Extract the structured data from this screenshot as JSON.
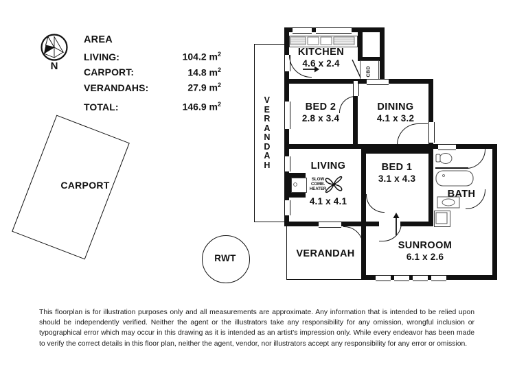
{
  "compass": {
    "north_label": "N",
    "icon": "compass-rose-icon"
  },
  "area": {
    "title": "AREA",
    "rows": [
      {
        "label": "LIVING:",
        "value": "104.2 m",
        "unit": "2"
      },
      {
        "label": "CARPORT:",
        "value": "14.8 m",
        "unit": "2"
      },
      {
        "label": "VERANDAHS:",
        "value": "27.9 m",
        "unit": "2"
      }
    ],
    "total": {
      "label": "TOTAL:",
      "value": "146.9 m",
      "unit": "2"
    }
  },
  "site": {
    "carport_label": "CARPORT",
    "rwt_label": "RWT"
  },
  "plan": {
    "rooms": [
      {
        "name": "KITCHEN",
        "dim": "4.6 x 2.4"
      },
      {
        "name": "BED 2",
        "dim": "2.8 x 3.4"
      },
      {
        "name": "DINING",
        "dim": "4.1 x 3.2"
      },
      {
        "name": "LIVING",
        "dim": "4.1 x 4.1"
      },
      {
        "name": "BED 1",
        "dim": "3.1 x 4.3"
      },
      {
        "name": "BATH",
        "dim": ""
      },
      {
        "name": "SUNROOM",
        "dim": "6.1 x 2.6"
      },
      {
        "name": "VERANDAH",
        "dim": ""
      }
    ],
    "verandah_side_letters": [
      "V",
      "E",
      "R",
      "A",
      "N",
      "D",
      "A",
      "H"
    ],
    "heater_label_lines": [
      "SLOW",
      "COMB.",
      "HEATER"
    ],
    "cupboard_label": "CBD",
    "fixtures": [
      "kitchen-bench-icon",
      "toilet-icon",
      "bathtub-icon",
      "vanity-basin-icon",
      "shower-icon",
      "ceiling-fan-icon",
      "step-up-arrow-icon"
    ]
  },
  "disclaimer": "This floorplan is for illustration purposes only and all measurements are approximate. Any information that is intended to be relied upon should be independently verified. Neither the agent or the illustrators take any responsibility for any omission, wrongful inclusion or typographical error which may occur in this drawing as it is intended as an artist's impression only. While every endeavor has been made to verify the correct details in this floor plan, neither the agent, vendor, nor illustrators accept any responsibility for any error or omission.",
  "colors": {
    "ink": "#111111",
    "paper": "#ffffff"
  }
}
